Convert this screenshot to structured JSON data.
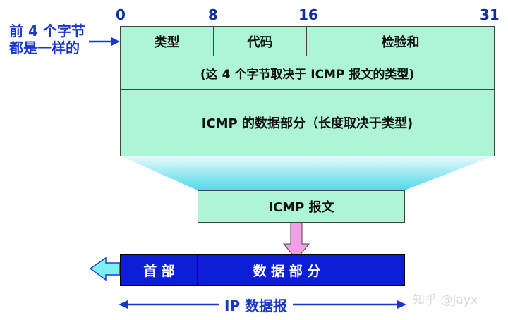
{
  "bits": {
    "b0": "0",
    "b8": "8",
    "b16": "16",
    "b31": "31"
  },
  "note": {
    "line1": "前 4 个字节",
    "line2": "都是一样的"
  },
  "header": {
    "type": "类型",
    "code": "代码",
    "checksum": "检验和"
  },
  "row2": "(这 4 个字节取决于 ICMP 报文的类型)",
  "data_part": "ICMP 的数据部分（长度取决于类型)",
  "icmp_message": "ICMP 报文",
  "ip": {
    "header": "首 部",
    "data": "数 据 部 分",
    "label": "IP 数据报"
  },
  "watermark": "知乎 @Jayx",
  "colors": {
    "cell_fill": "#aef5d6",
    "funnel": "#5fe0ec",
    "ip_fill": "#0d1fd6",
    "ip_text": "#ffffff",
    "note_text": "#1838c7",
    "down_arrow": "#f49ee8",
    "left_arrow": "#7ef0f0"
  }
}
